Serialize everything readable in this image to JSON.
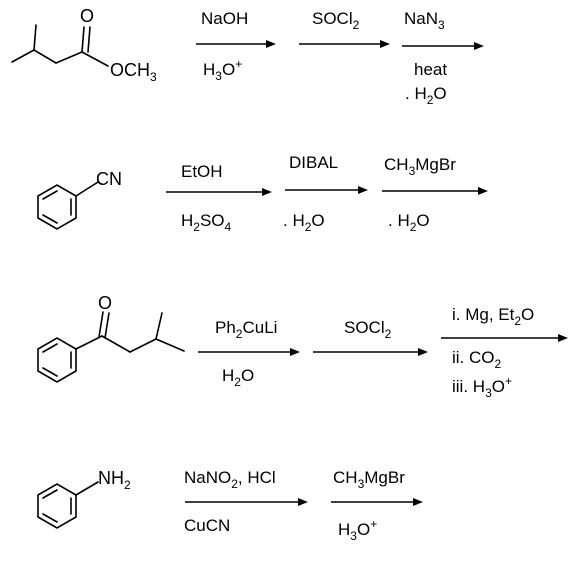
{
  "reactions": [
    {
      "id": "r1",
      "starting_material": {
        "label_ester": "OCH3",
        "label_carbonyl_O": "O"
      },
      "steps": [
        {
          "above": "NaOH",
          "below": "H3O+"
        },
        {
          "above": "SOCl2",
          "below": ""
        },
        {
          "above": "NaN3",
          "below_lines": [
            "heat",
            ". H2O"
          ]
        }
      ]
    },
    {
      "id": "r2",
      "starting_material": {
        "label_substituent": "CN"
      },
      "steps": [
        {
          "above": "EtOH",
          "below": "H2SO4"
        },
        {
          "above": "DIBAL",
          "below": ". H2O"
        },
        {
          "above": "CH3MgBr",
          "below": ". H2O"
        }
      ]
    },
    {
      "id": "r3",
      "starting_material": {
        "label_carbonyl_O": "O"
      },
      "steps": [
        {
          "above": "Ph2CuLi",
          "below": "H2O"
        },
        {
          "above": "SOCl2",
          "below": ""
        },
        {
          "above": "i. Mg, Et2O",
          "below_lines": [
            "ii. CO2",
            "iii. H3O+"
          ]
        }
      ]
    },
    {
      "id": "r4",
      "starting_material": {
        "label_substituent": "NH2"
      },
      "steps": [
        {
          "above": "NaNO2, HCl",
          "below": "CuCN"
        },
        {
          "above": "CH3MgBr",
          "below": "H3O+"
        }
      ]
    }
  ]
}
